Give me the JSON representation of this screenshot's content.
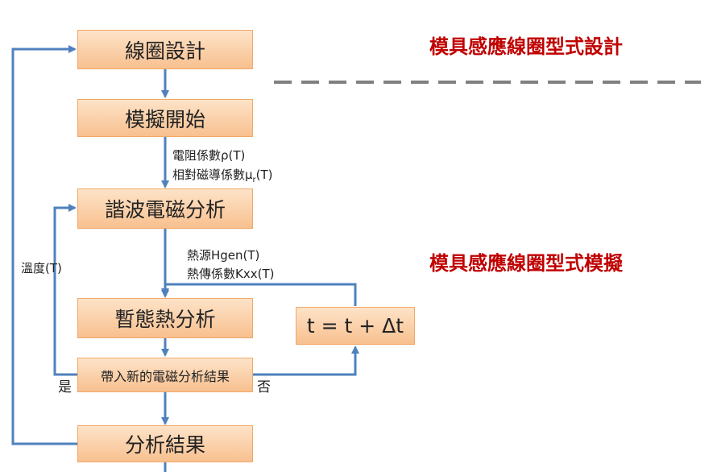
{
  "headings": {
    "design": "模具感應線圈型式設計",
    "simulation": "模具感應線圈型式模擬"
  },
  "boxes": {
    "coil_design": "線圈設計",
    "sim_start": "模擬開始",
    "harmonic_em": "諧波電磁分析",
    "transient_thermal": "暫態熱分析",
    "bring_results": "帶入新的電磁分析結果",
    "time_step": "t = t + Δt",
    "analysis_results": "分析結果"
  },
  "labels": {
    "resistivity": "電阻係數ρ(T)",
    "permeability": "相對磁導係數μ",
    "permeability_sub": "r",
    "permeability_tail": "(T)",
    "heat_source": "熱源Hgen(T)",
    "conductivity": "熱傳係數Kxx(T)",
    "temperature": "溫度(T)",
    "yes": "是",
    "no": "否"
  },
  "colors": {
    "arrow": "#4f81bd",
    "heading": "#c00000",
    "box_fill_top": "#fde3c8",
    "box_fill_bottom": "#f8c08f",
    "dashed_line": "#808080"
  }
}
